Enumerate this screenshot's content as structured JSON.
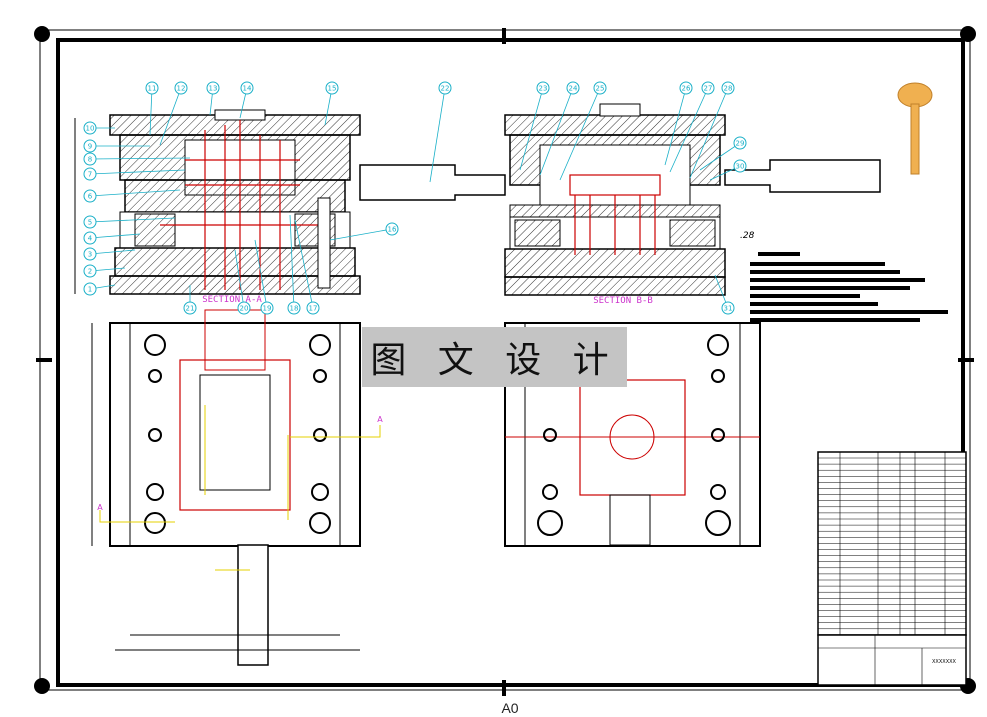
{
  "section_a_label": "SECTION A-A",
  "section_b_label": "SECTION B-B",
  "banner_text": "图 文 设 计",
  "sheet_size": "A0",
  "scale_note": ".28",
  "cut_letter": "A",
  "part_numbers_left": [
    "1",
    "2",
    "3",
    "4",
    "5",
    "6",
    "7",
    "8",
    "9",
    "10",
    "11",
    "12",
    "13",
    "14",
    "15",
    "16",
    "17",
    "18",
    "19",
    "20",
    "21"
  ],
  "part_numbers_right": [
    "22",
    "23",
    "24",
    "25",
    "26",
    "27",
    "28",
    "29",
    "30",
    "31"
  ],
  "title_block_code": "XXXXXXX",
  "colors": {
    "line": "#000000",
    "accent": "#cc0000",
    "balloon": "#1ab0c8",
    "section": "#cc33cc",
    "dim": "#e6d200",
    "knob": "#f0b050"
  }
}
